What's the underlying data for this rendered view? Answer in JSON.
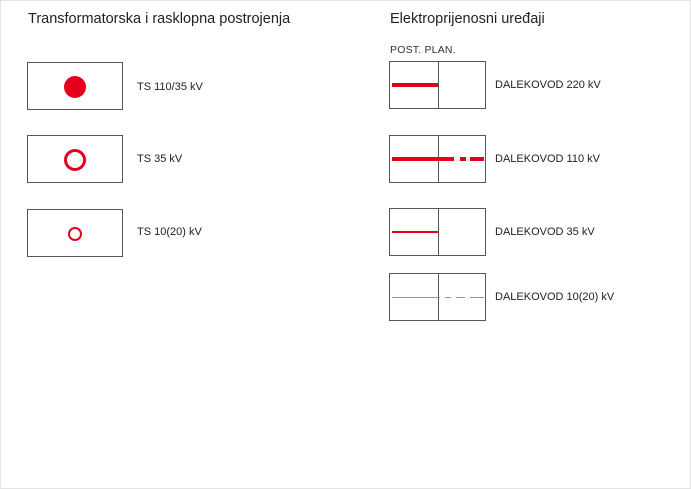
{
  "substations": {
    "heading": "Transformatorska i rasklopna postrojenja",
    "items": [
      {
        "label": "TS 110/35 kV",
        "symbol": "filled-circle-large"
      },
      {
        "label": "TS 35 kV",
        "symbol": "ring-large"
      },
      {
        "label": "TS 10(20) kV",
        "symbol": "ring-small"
      }
    ]
  },
  "transmission": {
    "heading": "Elektroprijenosni uređaji",
    "columns_label": "POST. PLAN.",
    "items": [
      {
        "label": "DALEKOVOD 220 kV",
        "style": "thick existing line"
      },
      {
        "label": "DALEKOVOD 110 kV",
        "style": "thick existing and dashed planned line"
      },
      {
        "label": "DALEKOVOD 35 kV",
        "style": "medium existing line"
      },
      {
        "label": "DALEKOVOD 10(20) kV",
        "style": "thin existing and dashed planned line"
      }
    ]
  },
  "colors": {
    "symbol": "#e3001b",
    "box_border": "#555555",
    "text": "#222222"
  }
}
